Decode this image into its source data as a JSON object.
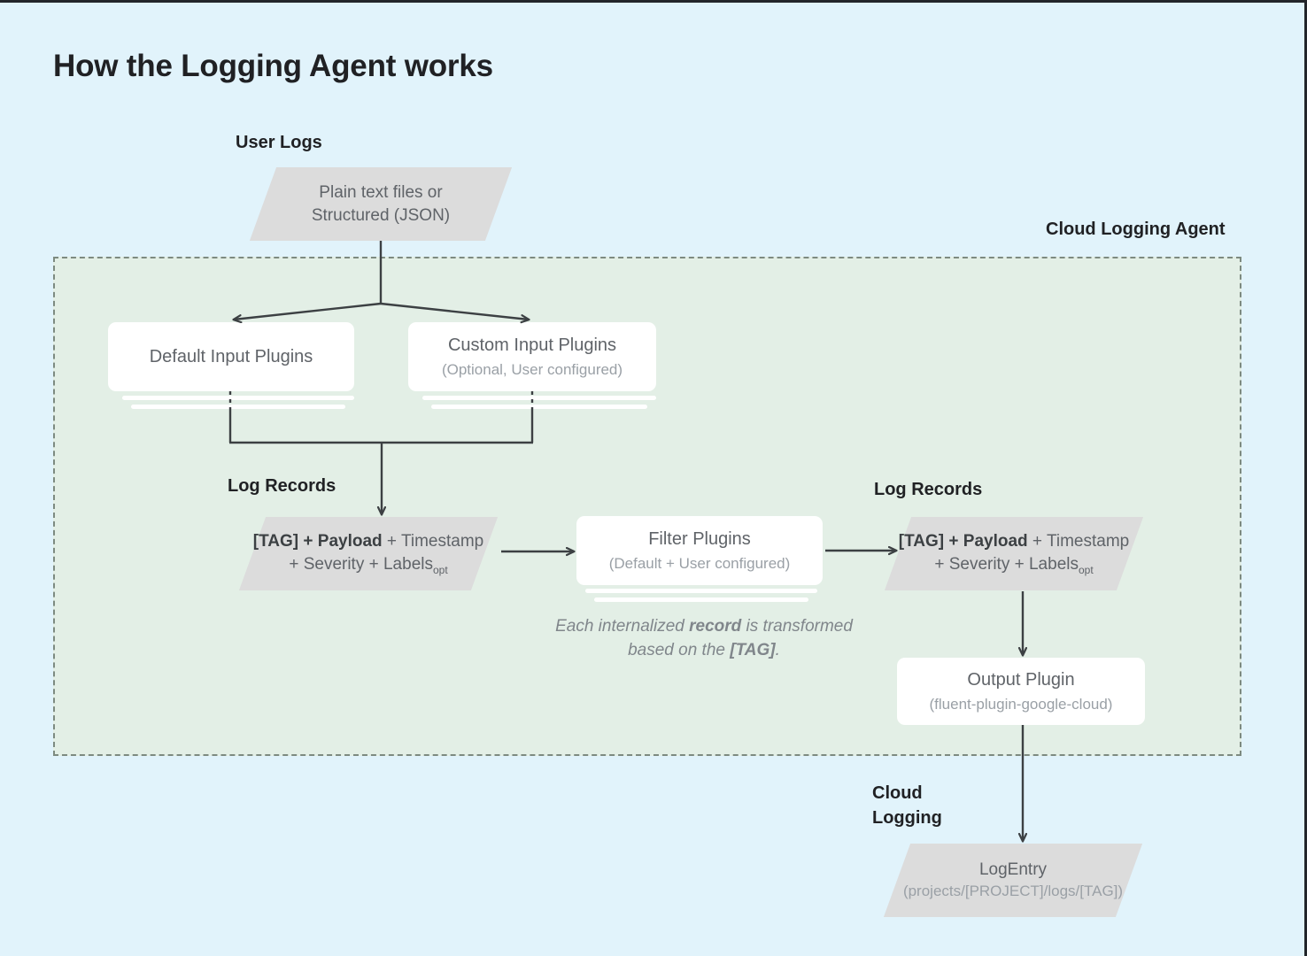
{
  "page": {
    "title": "How the Logging Agent works",
    "background_color": "#e1f3fb",
    "agent_region_color": "#e3efe6",
    "parallelogram_color": "#dcdcdc",
    "card_color": "#ffffff",
    "connector_color": "#3c4043"
  },
  "labels": {
    "user_logs": "User Logs",
    "cloud_logging_agent": "Cloud Logging Agent",
    "log_records_left": "Log Records",
    "log_records_right": "Log Records",
    "cloud_logging": "Cloud\nLogging"
  },
  "nodes": {
    "user_logs_source": {
      "line1": "Plain text files or",
      "line2": "Structured (JSON)"
    },
    "default_input_plugins": {
      "title": "Default Input Plugins",
      "subtitle": ""
    },
    "custom_input_plugins": {
      "title": "Custom Input Plugins",
      "subtitle": "(Optional, User configured)"
    },
    "log_record_left": {
      "bold1": "[TAG] + Payload",
      "plain1": " + Timestamp",
      "plain2": "+ Severity + Labels",
      "subscript": "opt"
    },
    "filter_plugins": {
      "title": "Filter Plugins",
      "subtitle": "(Default + User configured)"
    },
    "log_record_right": {
      "bold1": "[TAG] + Payload",
      "plain1": " + Timestamp",
      "plain2": "+ Severity + Labels",
      "subscript": "opt"
    },
    "output_plugin": {
      "title": "Output Plugin",
      "subtitle": "(fluent-plugin-google-cloud)"
    },
    "log_entry": {
      "title": "LogEntry",
      "subtitle": "(projects/[PROJECT]/logs/[TAG])"
    }
  },
  "caption": {
    "part1": "Each internalized ",
    "bold1": "record",
    "part2": " is transformed based on the ",
    "bold2": "[TAG]",
    "part3": "."
  }
}
